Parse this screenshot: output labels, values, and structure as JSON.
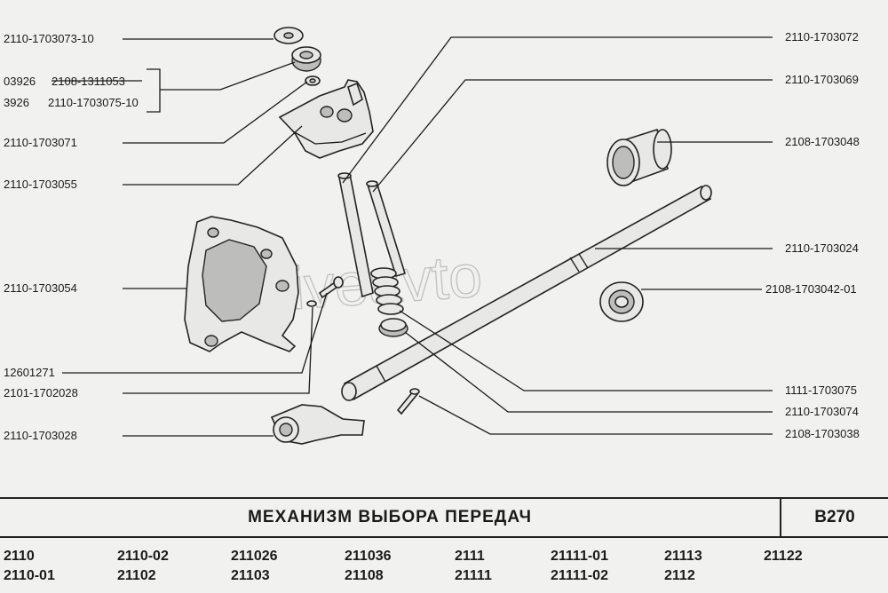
{
  "labels_left": [
    "2110-1703073-10",
    "03926",
    "2108-1311053",
    "3926",
    "2110-1703075-10",
    "2110-1703071",
    "2110-1703055",
    "2110-1703054",
    "12601271",
    "2101-1702028",
    "2110-1703028"
  ],
  "labels_right": [
    "2110-1703072",
    "2110-1703069",
    "2108-1703048",
    "2110-1703024",
    "2108-1703042-01",
    "1111-1703075",
    "2110-1703074",
    "2108-1703038"
  ],
  "watermark": "driveavto",
  "title": "МЕХАНИЗМ ВЫБОРА ПЕРЕДАЧ",
  "page_code": "B270",
  "models": [
    "2110",
    "2110-02",
    "211026",
    "211036",
    "2111",
    "21111-01",
    "21113",
    "21122",
    "2110-01",
    "21102",
    "21103",
    "21108",
    "21111",
    "21111-02",
    "2112"
  ]
}
